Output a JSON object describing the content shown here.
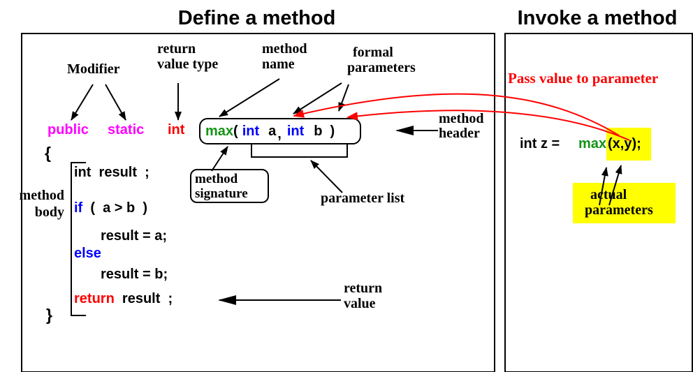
{
  "colors": {
    "magenta": "#FF00FF",
    "red": "#FF0000",
    "blue": "#0000FF",
    "green": "#149414",
    "highlight_yellow": "#FFFF00",
    "black": "#000000"
  },
  "define_panel": {
    "title": "Define a method",
    "labels": {
      "modifier": "Modifier",
      "return_value_type": [
        "return",
        "value type"
      ],
      "method_name": [
        "method",
        "name"
      ],
      "formal_parameters": [
        "formal",
        "parameters"
      ],
      "method_header": [
        "method",
        "header"
      ],
      "method_signature": [
        "method",
        "signature"
      ],
      "parameter_list": "parameter list",
      "method_body": [
        "method",
        "body"
      ],
      "return_value": [
        "return",
        "value"
      ]
    },
    "code": {
      "modifier1": "public",
      "modifier2": "static",
      "return_type": "int",
      "method_name": "max",
      "paren_open": "(",
      "param1_type": "int",
      "param1_name": "a",
      "comma": ",",
      "param2_type": "int",
      "param2_name": "b",
      "paren_close": ")",
      "brace_open": "{",
      "declare": "int  result  ;",
      "if_kw": "if",
      "if_cond": "  (  a > b  )",
      "then_stmt": "result = a;",
      "else_kw": "else",
      "else_stmt": "result = b;",
      "return_kw": "return",
      "return_rest": "  result  ;",
      "brace_close": "}"
    }
  },
  "invoke_panel": {
    "title": "Invoke a method",
    "pass_value_label": "Pass value to parameter",
    "code": {
      "prefix": "int z =",
      "method_name": "max",
      "arguments": "(x,y);"
    },
    "actual_parameters": [
      "actual",
      "parameters"
    ]
  }
}
